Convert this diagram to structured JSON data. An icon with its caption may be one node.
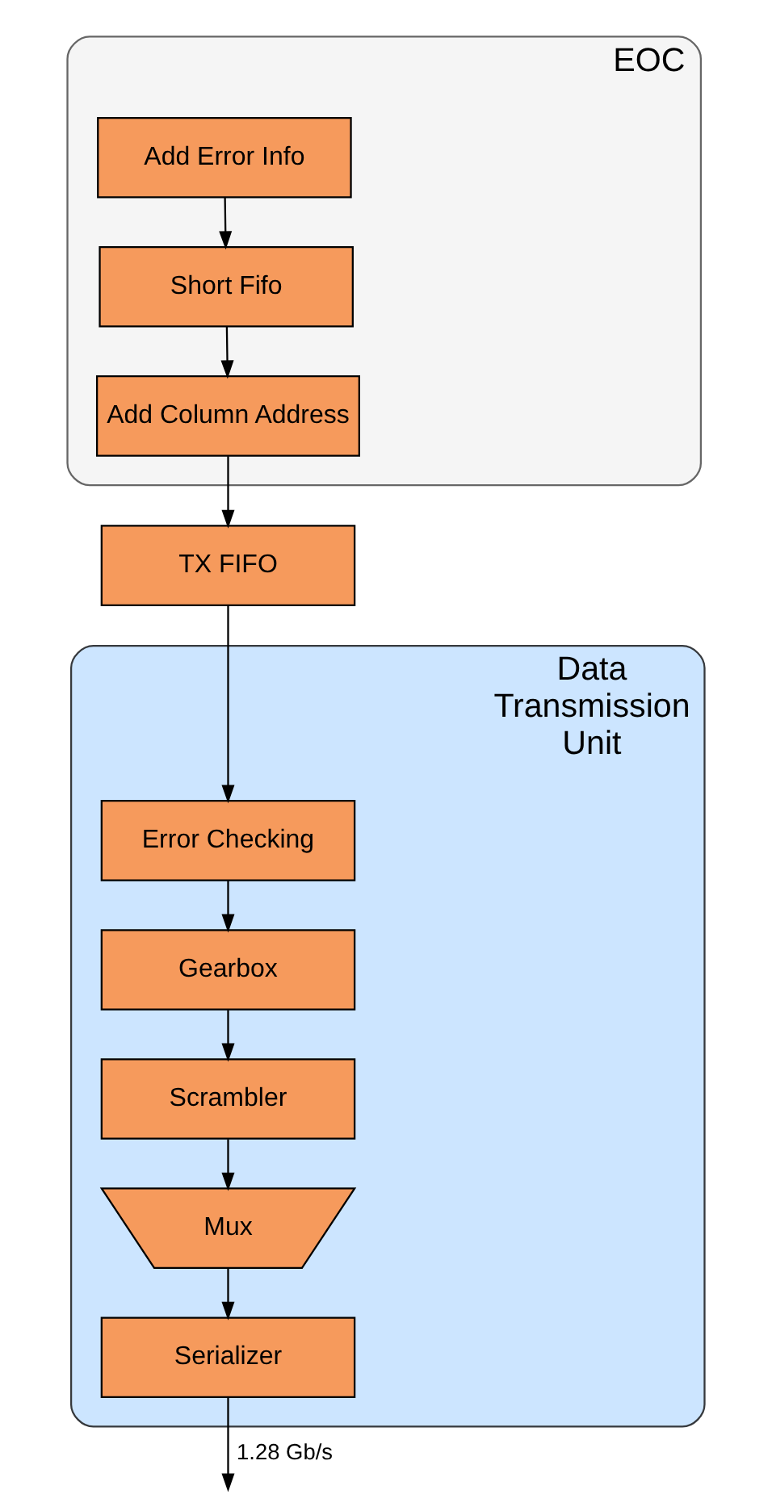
{
  "diagram": {
    "nodes": [
      {
        "text": [
          "EOC"
        ]
      },
      {
        "text": [
          "Add Error Info"
        ],
        "in": 0
      },
      {
        "text": [
          "Short Fifo"
        ],
        "in": 0
      },
      {
        "text": [
          "Add Column Address"
        ],
        "in": 0
      },
      {
        "text": [
          "TX FIFO"
        ]
      },
      {
        "text": [
          "Data Transmission Unit"
        ]
      },
      {
        "text": [
          "Error Checking"
        ],
        "in": 5
      },
      {
        "text": [
          "Gearbox"
        ],
        "in": 5
      },
      {
        "text": [
          "Scrambler"
        ],
        "in": 5
      },
      {
        "text": [
          "Mux"
        ],
        "in": 5
      },
      {
        "text": [
          "Serializer"
        ],
        "in": 5
      }
    ],
    "edges": [
      {
        "from": 1,
        "to": 2,
        "arrow": "to"
      },
      {
        "from": 2,
        "to": 3,
        "arrow": "to"
      },
      {
        "from": 3,
        "to": 4,
        "arrow": "to"
      },
      {
        "from": 4,
        "to": 6,
        "arrow": "to"
      },
      {
        "from": 6,
        "to": 7,
        "arrow": "to"
      },
      {
        "from": 7,
        "to": 8,
        "arrow": "to"
      },
      {
        "from": 8,
        "to": 9,
        "arrow": "to"
      },
      {
        "from": 9,
        "to": 10,
        "arrow": "to"
      },
      {
        "from": 10,
        "to": null,
        "arrow": "to",
        "label": "1.28 Gb/s"
      }
    ]
  }
}
